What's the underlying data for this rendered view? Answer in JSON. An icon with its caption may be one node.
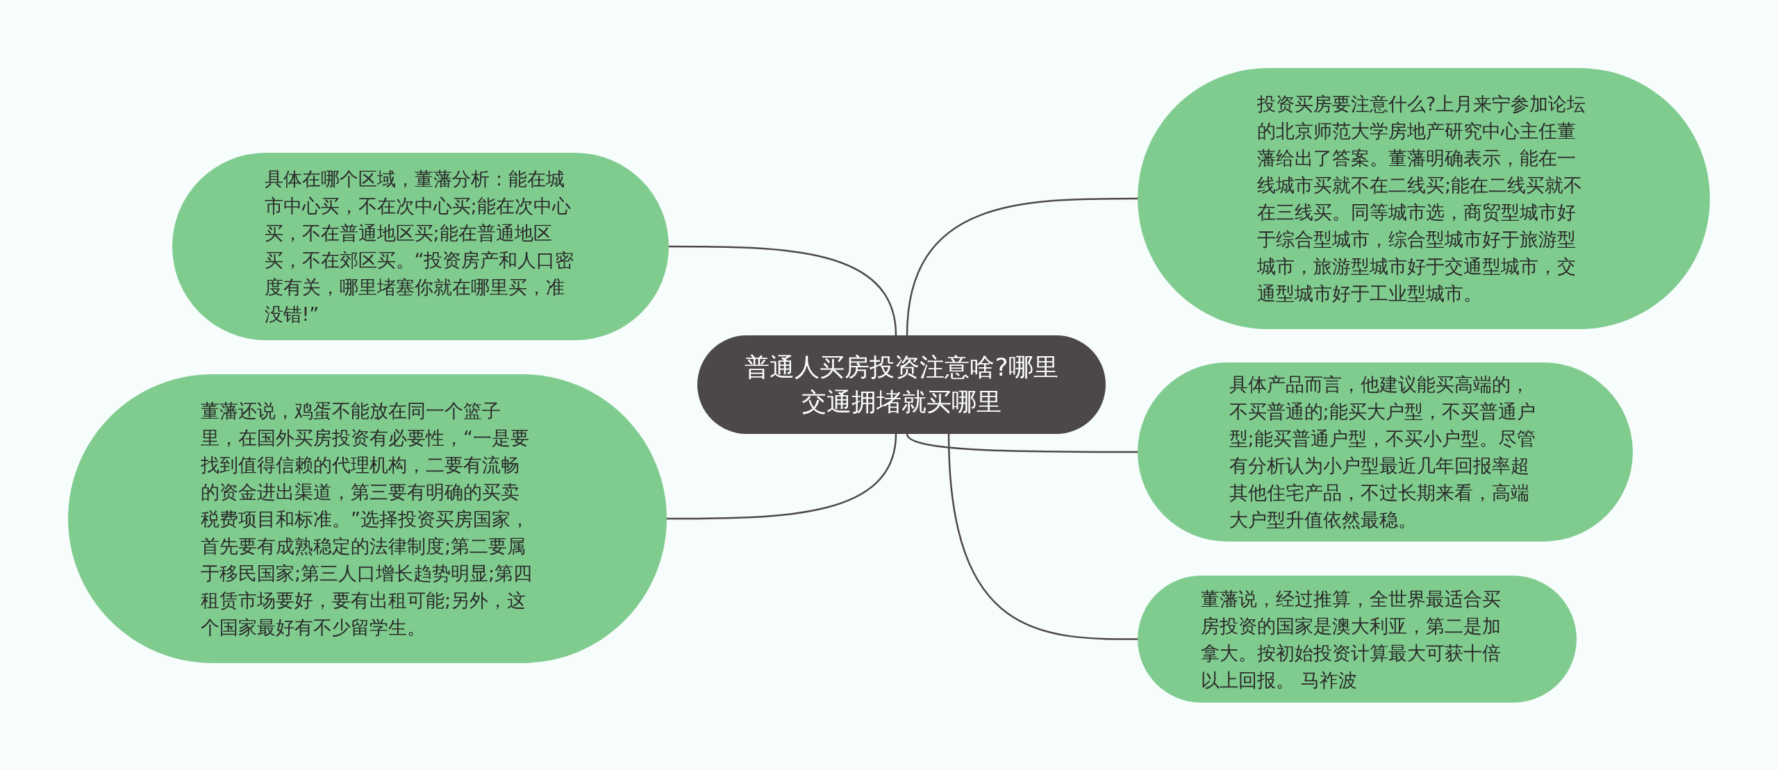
{
  "diagram": {
    "nodes": [
      {
        "text": [
          "普通人买房投资注意啥?哪里交通拥堵就买哪里"
        ]
      },
      {
        "text": [
          "具体在哪个区域，董藩分析：能在城市中心买，不在次中心买;能在次中心买，不在普通地区买;能在普通地区买，不在郊区买。“投资房产和人口密度有关，哪里堵塞你就在哪里买，准没错!”"
        ]
      },
      {
        "text": [
          "董藩还说，鸡蛋不能放在同一个篮子里，在国外买房投资有必要性，“一是要找到值得信赖的代理机构，二要有流畅的资金进出渠道，第三要有明确的买卖税费项目和标准。”选择投资买房国家，首先要有成熟稳定的法律制度;第二要属于移民国家;第三人口增长趋势明显;第四租赁市场要好，要有出租可能;另外，这个国家最好有不少留学生。"
        ]
      },
      {
        "text": [
          "投资买房要注意什么?上月来宁参加论坛的北京师范大学房地产研究中心主任董藩给出了答案。董藩明确表示，能在一线城市买就不在二线买;能在二线买就不在三线买。同等城市选，商贸型城市好于综合型城市，综合型城市好于旅游型城市，旅游型城市好于交通型城市，交通型城市好于工业型城市。"
        ]
      },
      {
        "text": [
          "具体产品而言，他建议能买高端的，不买普通的;能买大户型，不买普通户型;能买普通户型，不买小户型。尽管有分析认为小户型最近几年回报率超其他住宅产品，不过长期来看，高端大户型升值依然最稳。"
        ]
      },
      {
        "text": [
          "董藩说，经过推算，全世界最适合买房投资的国家是澳大利亚，第二是加拿大。按初始投资计算最大可获十倍以上回报。 马祚波"
        ]
      }
    ],
    "edges": [
      {
        "from": 0,
        "to": 1,
        "arrow": "none"
      },
      {
        "from": 0,
        "to": 2,
        "arrow": "none"
      },
      {
        "from": 0,
        "to": 3,
        "arrow": "none"
      },
      {
        "from": 0,
        "to": 4,
        "arrow": "none"
      },
      {
        "from": 0,
        "to": 5,
        "arrow": "none"
      }
    ]
  }
}
